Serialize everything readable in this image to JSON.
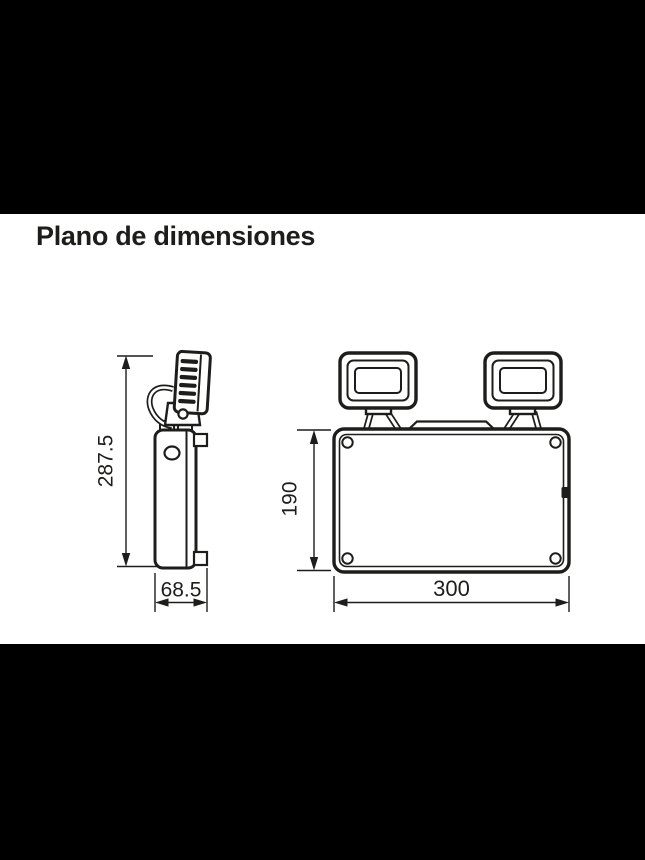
{
  "title": "Plano de dimensiones",
  "diagram": {
    "side_view": {
      "height_label": "287.5",
      "depth_label": "68.5"
    },
    "front_view": {
      "height_label": "190",
      "width_label": "300"
    }
  },
  "colors": {
    "frame_bars": "#000000",
    "canvas": "#ffffff",
    "ink": "#1d1d1b"
  }
}
